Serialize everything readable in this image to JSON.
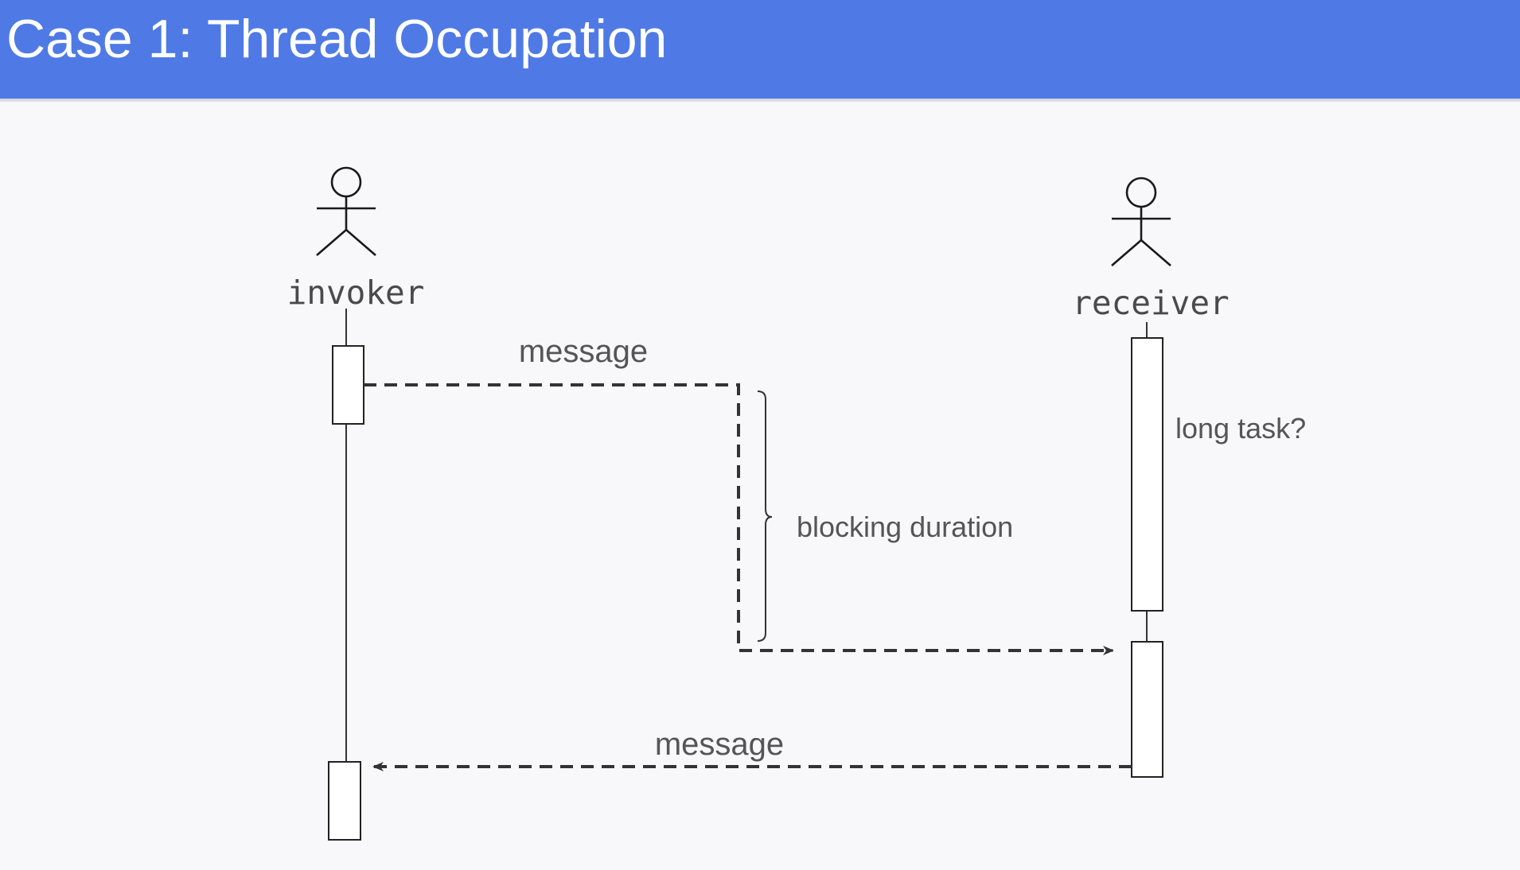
{
  "slide": {
    "title": "Case 1: Thread Occupation",
    "header_color": "#4f7ae6"
  },
  "diagram": {
    "type": "sequence-diagram",
    "actors": [
      {
        "id": "invoker",
        "label": "invoker",
        "icon": "stick-figure-icon"
      },
      {
        "id": "receiver",
        "label": "receiver",
        "icon": "stick-figure-icon"
      }
    ],
    "messages": [
      {
        "from": "invoker",
        "to": "receiver",
        "label": "message",
        "style": "dashed",
        "path": "delayed"
      },
      {
        "from": "receiver",
        "to": "invoker",
        "label": "message",
        "style": "dashed",
        "path": "direct"
      }
    ],
    "annotations": {
      "brace_label": "blocking duration",
      "receiver_note": "long task?"
    }
  }
}
